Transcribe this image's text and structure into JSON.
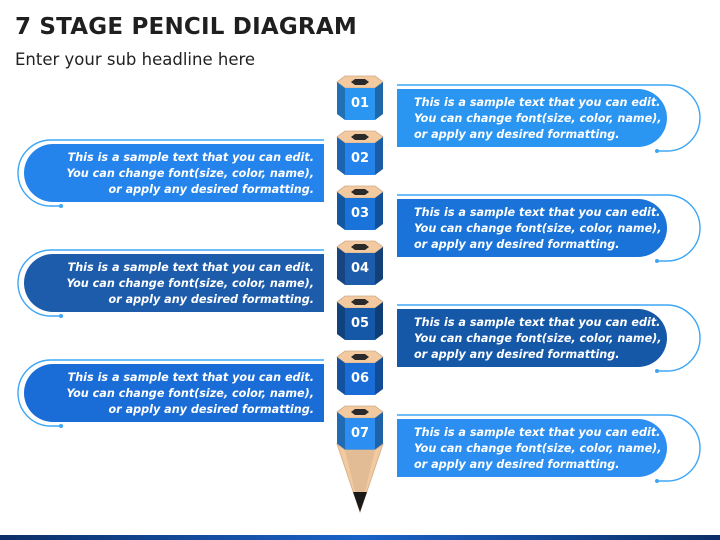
{
  "title": "7 STAGE PENCIL DIAGRAM",
  "subtitle": "Enter your sub headline here",
  "colors": {
    "stage_colors": [
      "#2b95f2",
      "#2584ec",
      "#1973d8",
      "#1d5cab",
      "#1558a8",
      "#1a6dd6",
      "#2b8ef0"
    ],
    "pencil_wood": "#f3caa0",
    "pencil_lead": "#1a1a1a",
    "outline": "#3ea6f5"
  },
  "stages": [
    {
      "number": "01",
      "side": "right",
      "lines": [
        "This is a sample text that you can edit.",
        "You can change font(size, color, name),",
        "or apply any desired formatting."
      ]
    },
    {
      "number": "02",
      "side": "left",
      "lines": [
        "This is a sample text that you can edit.",
        "You can change font(size, color, name),",
        "or apply any desired formatting."
      ]
    },
    {
      "number": "03",
      "side": "right",
      "lines": [
        "This is a sample text that you can edit.",
        "You can change font(size, color, name),",
        "or apply any desired formatting."
      ]
    },
    {
      "number": "04",
      "side": "left",
      "lines": [
        "This is a sample text that you can edit.",
        "You can change font(size, color, name),",
        "or apply any desired formatting."
      ]
    },
    {
      "number": "05",
      "side": "right",
      "lines": [
        "This is a sample text that you can edit.",
        "You can change font(size, color, name),",
        "or apply any desired formatting."
      ]
    },
    {
      "number": "06",
      "side": "left",
      "lines": [
        "This is a sample text that you can edit.",
        "You can change font(size, color, name),",
        "or apply any desired formatting."
      ]
    },
    {
      "number": "07",
      "side": "right",
      "lines": [
        "This is a sample text that you can edit.",
        "You can change font(size, color, name),",
        "or apply any desired formatting."
      ]
    }
  ]
}
